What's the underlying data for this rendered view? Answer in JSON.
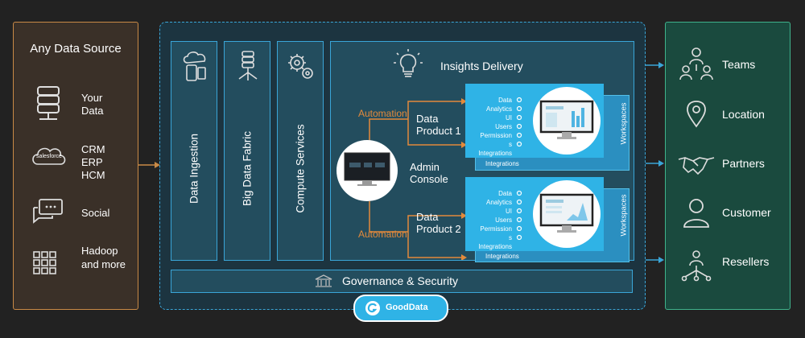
{
  "sources": {
    "title": "Any Data Source",
    "items": [
      {
        "label": "Your Data",
        "icon": "database-icon"
      },
      {
        "label": "CRM ERP HCM",
        "icon": "salesforce-cloud-icon",
        "logo_text": "salesforce"
      },
      {
        "label": "Social",
        "icon": "chat-bubbles-icon"
      },
      {
        "label": "Hadoop and more",
        "icon": "grid-icon"
      }
    ]
  },
  "platform": {
    "pillars": [
      "Data Ingestion",
      "Big Data Fabric",
      "Compute Services"
    ],
    "insights": {
      "title": "Insights Delivery",
      "admin_console": "Admin Console",
      "automation_1": "Automation",
      "automation_2": "Automation",
      "products": [
        {
          "name": "Data Product 1",
          "items": [
            "Data",
            "Analytics",
            "UI",
            "Users",
            "Permission",
            "s",
            "Integrations"
          ],
          "back_label": "Integrations",
          "workspaces": "Workspaces"
        },
        {
          "name": "Data Product 2",
          "items": [
            "Data",
            "Analytics",
            "UI",
            "Users",
            "Permission",
            "s",
            "Integrations"
          ],
          "back_label": "Integrations",
          "workspaces": "Workspaces"
        }
      ]
    },
    "governance": "Governance & Security",
    "brand": "GoodData"
  },
  "audiences": [
    {
      "label": "Teams",
      "icon": "team-icon"
    },
    {
      "label": "Location",
      "icon": "location-pin-icon"
    },
    {
      "label": "Partners",
      "icon": "handshake-icon"
    },
    {
      "label": "Customer",
      "icon": "person-icon"
    },
    {
      "label": "Resellers",
      "icon": "reseller-network-icon"
    }
  ],
  "colors": {
    "background": "#222222",
    "source_border": "#c98a46",
    "platform_border": "#3aa6d8",
    "audience_border": "#3fb38c",
    "card": "#2fb3e6",
    "automation": "#e38a3b"
  }
}
